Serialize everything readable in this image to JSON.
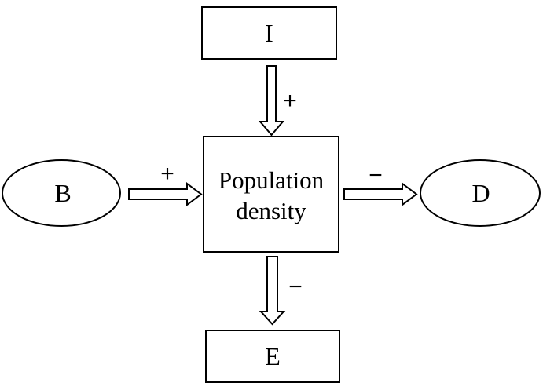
{
  "nodes": {
    "top": {
      "label": "I"
    },
    "left": {
      "label": "B"
    },
    "center": {
      "line1": "Population",
      "line2": "density"
    },
    "right": {
      "label": "D"
    },
    "bottom": {
      "label": "E"
    }
  },
  "arrows": {
    "top_to_center": {
      "sign": "+"
    },
    "left_to_center": {
      "sign": "+"
    },
    "center_to_right": {
      "sign": "−"
    },
    "center_to_bottom": {
      "sign": "−"
    }
  },
  "colors": {
    "stroke": "#000000",
    "fill": "#ffffff"
  }
}
